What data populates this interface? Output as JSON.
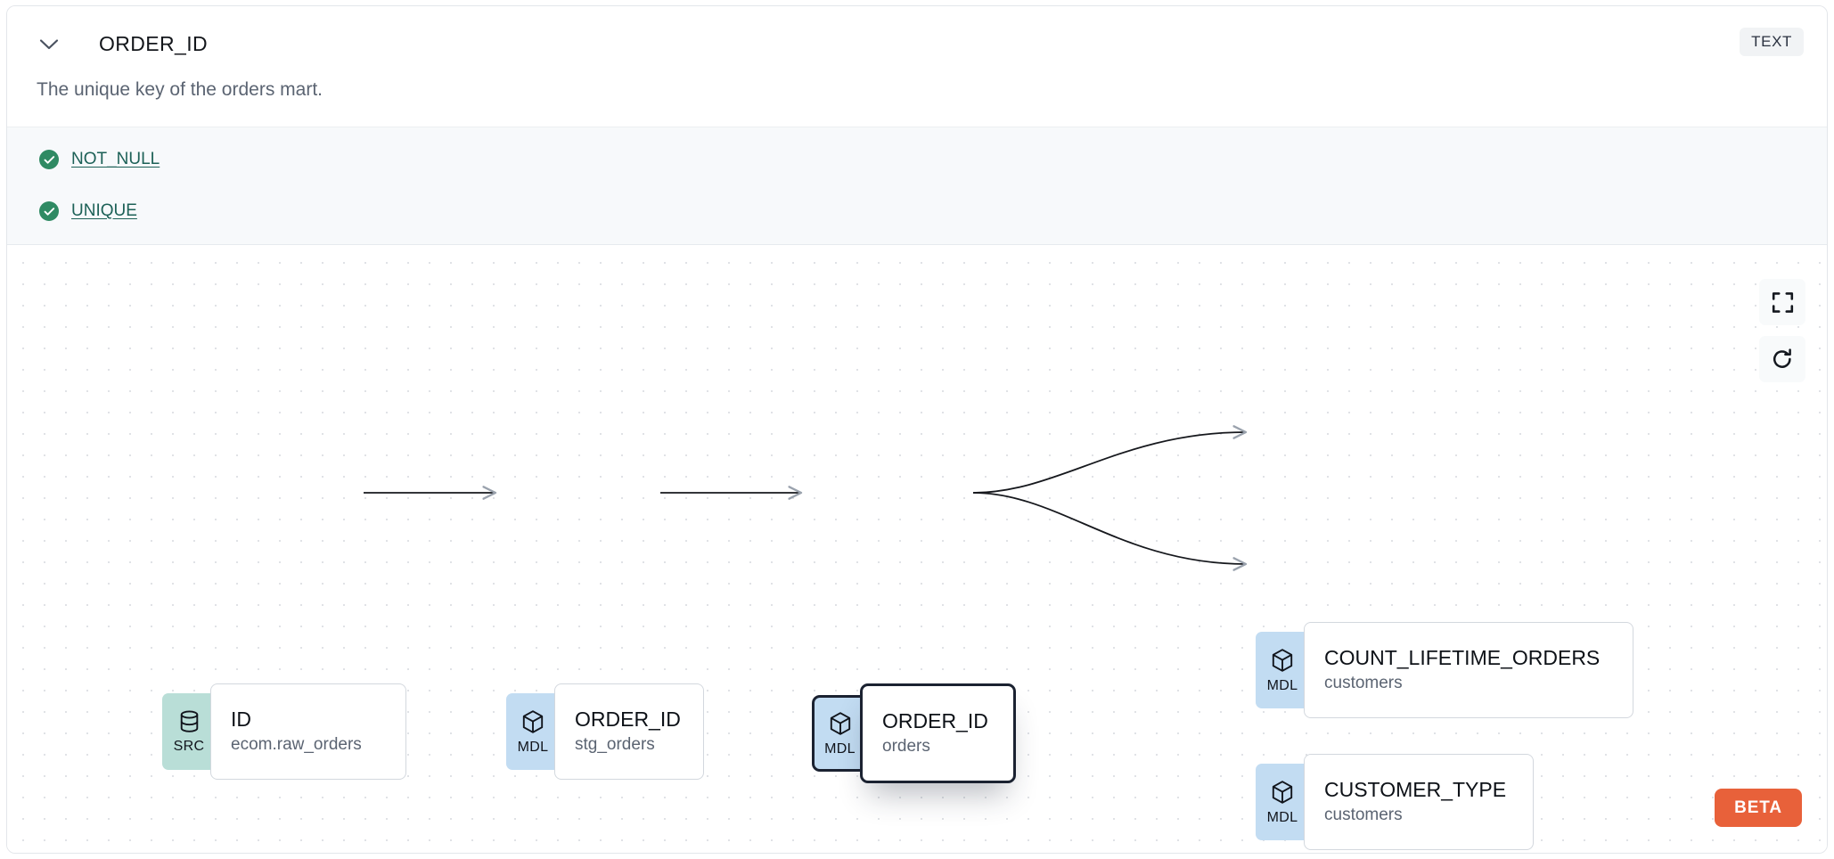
{
  "header": {
    "column_name": "ORDER_ID",
    "type_badge": "TEXT",
    "description": "The unique key of the orders mart.",
    "collapse_icon": "chevron-down-icon"
  },
  "tests": [
    {
      "name": "NOT_NULL",
      "status_icon": "check-circle-icon",
      "status": "passing"
    },
    {
      "name": "UNIQUE",
      "status_icon": "check-circle-icon",
      "status": "passing"
    }
  ],
  "lineage": {
    "nodes": [
      {
        "id": "src",
        "badge": "SRC",
        "badge_icon": "database-icon",
        "name": "ID",
        "subtitle": "ecom.raw_orders",
        "selected": false
      },
      {
        "id": "stg",
        "badge": "MDL",
        "badge_icon": "cube-icon",
        "name": "ORDER_ID",
        "subtitle": "stg_orders",
        "selected": false
      },
      {
        "id": "orders",
        "badge": "MDL",
        "badge_icon": "cube-icon",
        "name": "ORDER_ID",
        "subtitle": "orders",
        "selected": true
      },
      {
        "id": "count",
        "badge": "MDL",
        "badge_icon": "cube-icon",
        "name": "COUNT_LIFETIME_ORDERS",
        "subtitle": "customers",
        "selected": false
      },
      {
        "id": "ctype",
        "badge": "MDL",
        "badge_icon": "cube-icon",
        "name": "CUSTOMER_TYPE",
        "subtitle": "customers",
        "selected": false
      }
    ],
    "edges": [
      {
        "from": "src",
        "to": "stg"
      },
      {
        "from": "stg",
        "to": "orders"
      },
      {
        "from": "orders",
        "to": "count"
      },
      {
        "from": "orders",
        "to": "ctype"
      }
    ],
    "toolbar": [
      {
        "id": "fullscreen",
        "icon": "fullscreen-icon"
      },
      {
        "id": "refresh",
        "icon": "refresh-icon"
      }
    ],
    "beta_label": "BETA"
  },
  "colors": {
    "src_badge": "#b9ded7",
    "mdl_badge": "#c2dcf2",
    "test_pass": "#2f8a63",
    "test_link": "#1d6157",
    "beta": "#e8613a",
    "selected_border": "#1b2231"
  }
}
